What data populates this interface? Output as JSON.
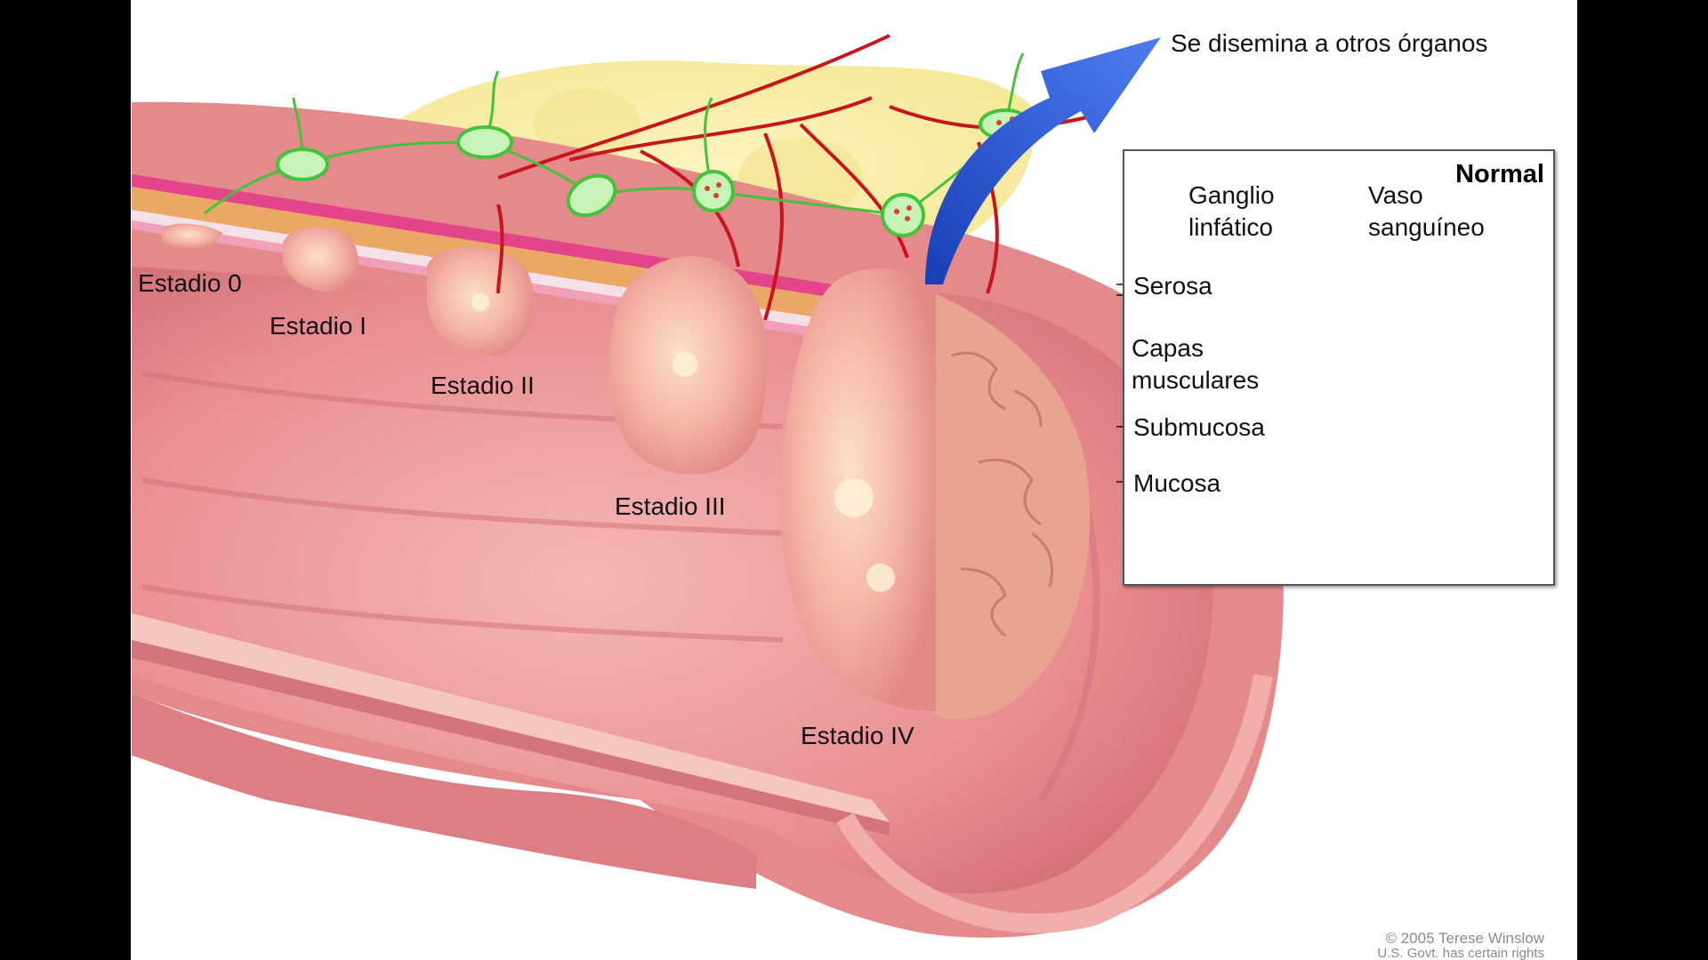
{
  "labels": {
    "spread": "Se disemina a otros órganos",
    "stage0": "Estadio 0",
    "stage1": "Estadio I",
    "stage2": "Estadio II",
    "stage3": "Estadio III",
    "stage4": "Estadio IV"
  },
  "inset": {
    "title": "Normal",
    "lymph_node": "Ganglio linfático",
    "blood_vessel": "Vaso sanguíneo",
    "serosa": "Serosa",
    "muscle_layers": "Capas musculares",
    "submucosa": "Submucosa",
    "mucosa": "Mucosa"
  },
  "copyright": {
    "line1": "© 2005 Terese Winslow",
    "line2": "U.S. Govt. has certain rights"
  },
  "colors": {
    "colon_wall": "#e58a8e",
    "tumor": "#f3b2a4",
    "fat": "#f8ee9c",
    "lymph": "#44c23a",
    "vessel": "#c8141b",
    "arrow": "#2a56d8"
  }
}
